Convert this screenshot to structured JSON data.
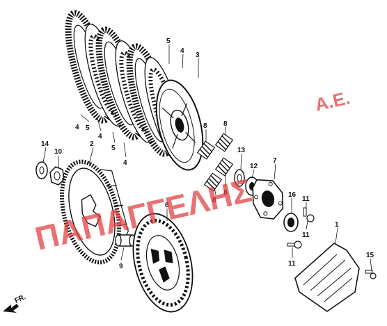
{
  "watermark": {
    "main": "ΠΑΠΑΓΓΕΛΗΣ",
    "suffix": "Α.Ε.",
    "color": "#e23b3b"
  },
  "direction": {
    "label": "FR."
  },
  "callouts": {
    "c1": "1",
    "c2": "2",
    "c3": "3",
    "c4a": "4",
    "c4b": "4",
    "c4c": "4",
    "c4d": "4",
    "c5a": "5",
    "c5b": "5",
    "c5c": "5",
    "c6": "6",
    "c7": "7",
    "c8a": "8",
    "c8b": "8",
    "c8c": "8",
    "c8d": "8",
    "c9": "9",
    "c10": "10",
    "c11a": "11",
    "c11b": "11",
    "c11c": "11",
    "c12": "12",
    "c13": "13",
    "c14": "14",
    "c15": "15",
    "c16": "16"
  }
}
